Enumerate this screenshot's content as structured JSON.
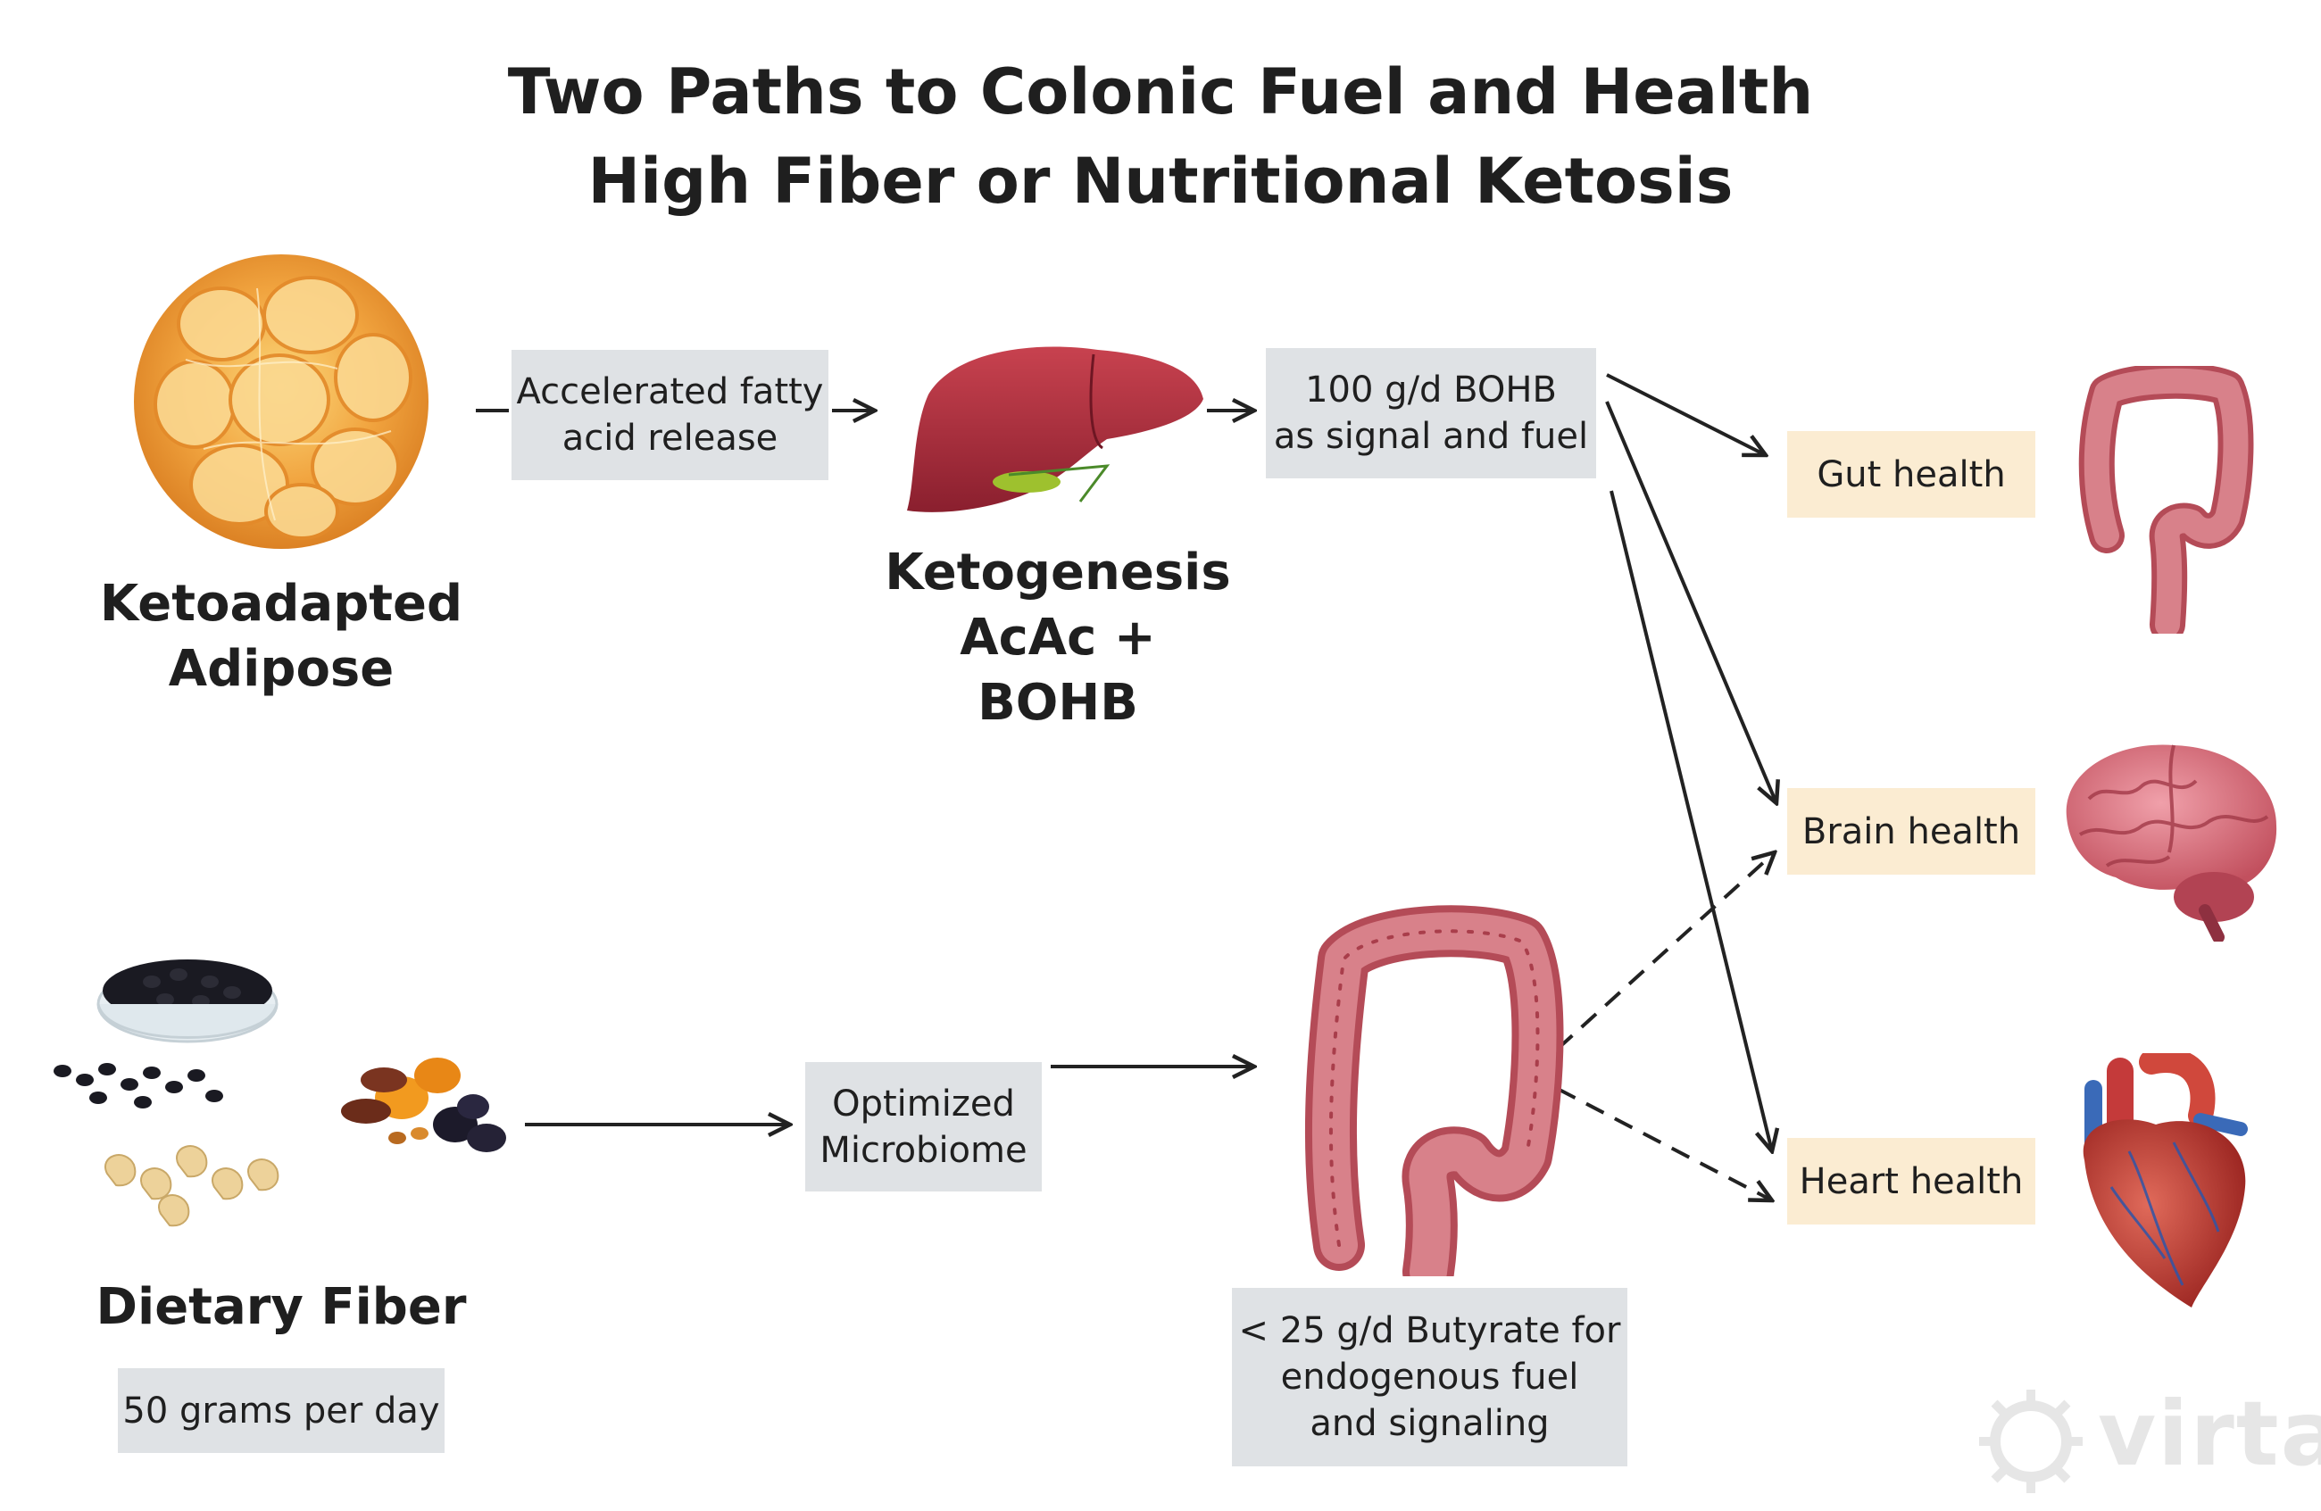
{
  "title": {
    "line1": "Two Paths to Colonic Fuel and Health",
    "line2": "High Fiber or Nutritional Ketosis"
  },
  "ketosis_path": {
    "source_label_line1": "Ketoadapted",
    "source_label_line2": "Adipose",
    "step1_line1": "Accelerated fatty",
    "step1_line2": "acid release",
    "organ_label_line1": "Ketogenesis",
    "organ_label_line2": "AcAc + BOHB",
    "step2_line1": "100 g/d BOHB",
    "step2_line2": "as signal and fuel"
  },
  "fiber_path": {
    "source_label": "Dietary Fiber",
    "source_amount": "50 grams per day",
    "step1_line1": "Optimized",
    "step1_line2": "Microbiome",
    "step2_line1": "< 25 g/d Butyrate for",
    "step2_line2": "endogenous fuel",
    "step2_line3": "and signaling"
  },
  "outcomes": [
    {
      "label": "Gut health",
      "icon": "colon-icon"
    },
    {
      "label": "Brain health",
      "icon": "brain-icon"
    },
    {
      "label": "Heart health",
      "icon": "heart-icon"
    }
  ],
  "brand": {
    "logo_text": "virta"
  },
  "colors": {
    "gray_box": "#dfe2e5",
    "outcome_box": "#fbecd2",
    "liver": "#a3283a",
    "colon": "#c45a64",
    "brain": "#d9707c",
    "heart": "#b8322c",
    "adipose": "#f0a040"
  }
}
